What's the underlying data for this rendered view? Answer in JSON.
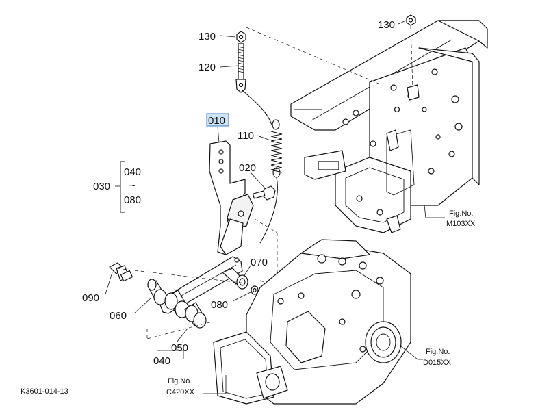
{
  "callouts": {
    "p130a": "130",
    "p120": "120",
    "p130b": "130",
    "p010": "010",
    "p110": "110",
    "p020": "020",
    "p030": "030",
    "p040_top": "040",
    "tilde": "~",
    "p080_range": "080",
    "p070": "070",
    "p080": "080",
    "p090": "090",
    "p060": "060",
    "p050": "050",
    "p040_bottom": "040"
  },
  "figure_refs": {
    "m103_label": "Fig.No.",
    "m103_code": "M103XX",
    "d015_label": "Fig.No.",
    "d015_code": "D015XX",
    "c420_label": "Fig.No.",
    "c420_code": "C420XX"
  },
  "drawing_id": "K3601-014-13",
  "colors": {
    "line": "#111111",
    "highlight_fill": "#cfe3f7",
    "highlight_stroke": "#3a78c4"
  }
}
